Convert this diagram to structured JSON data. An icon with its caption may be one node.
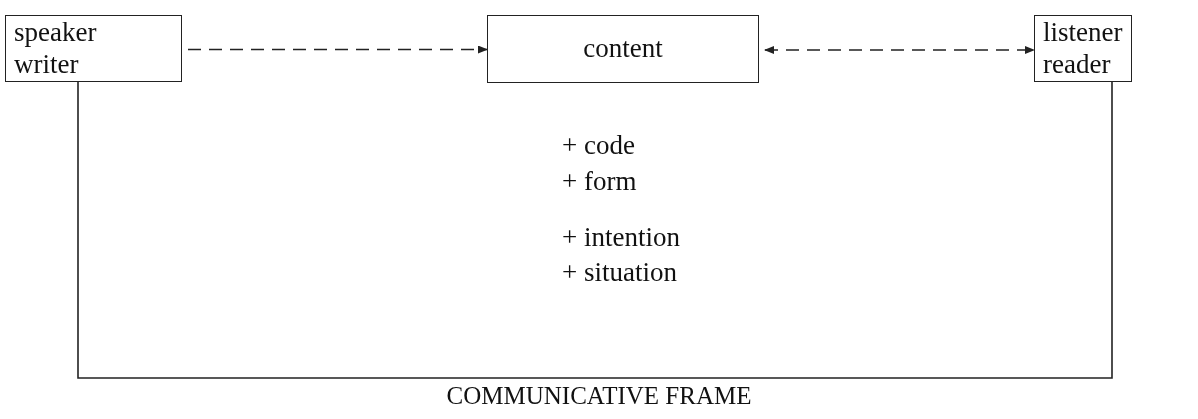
{
  "diagram": {
    "caption": "COMMUNICATIVE FRAME",
    "nodes": [
      {
        "text": [
          "speaker writer"
        ]
      },
      {
        "text": [
          "content"
        ]
      },
      {
        "text": [
          "listener reader"
        ]
      }
    ],
    "edges": [
      {
        "from": 0,
        "to": 1,
        "arrow": "to",
        "style": "dashed"
      },
      {
        "from": 1,
        "to": 2,
        "arrow": "both",
        "style": "dashed"
      },
      {
        "from": 0,
        "to": 2,
        "arrow": "none"
      }
    ],
    "labels": [
      "+ code",
      "+ form",
      "+ intention",
      "+ situation"
    ]
  }
}
